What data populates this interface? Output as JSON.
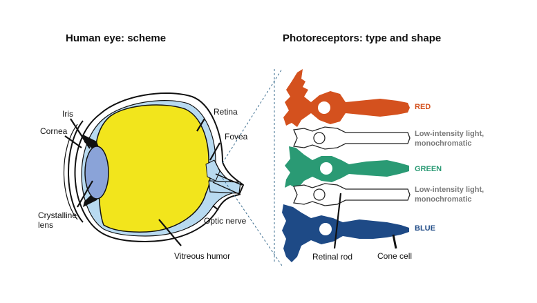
{
  "titles": {
    "eye": "Human eye: scheme",
    "photoreceptors": "Photoreceptors: type and shape"
  },
  "eye_labels": {
    "iris": "Iris",
    "cornea": "Cornea",
    "crystalline_lens": "Crystalline\nlens",
    "retina": "Retina",
    "fovea": "Fovea",
    "optic_nerve": "Optic nerve",
    "vitreous_humor": "Vitreous humor"
  },
  "photoreceptor_labels": {
    "red": "RED",
    "low_light_1": "Low-intensity light,\nmonochromatic",
    "green": "GREEN",
    "low_light_2": "Low-intensity light,\nmonochromatic",
    "blue": "BLUE",
    "retinal_rod": "Retinal rod",
    "cone_cell": "Cone cell"
  },
  "colors": {
    "red_cone": "#d4511e",
    "green_cone": "#2a9a74",
    "blue_cone": "#1e4a86",
    "label_gray": "#7a7a7a",
    "vitreous": "#f2e51c",
    "lens": "#8aa3d8",
    "retina_layer": "#b8daf0"
  }
}
